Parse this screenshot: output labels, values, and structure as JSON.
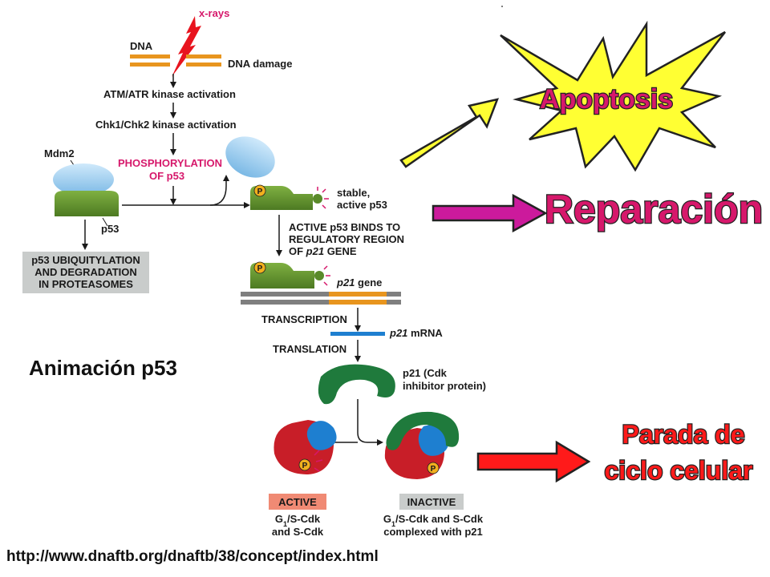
{
  "diagram": {
    "xrays": "x-rays",
    "dna": "DNA",
    "dna_damage": "DNA damage",
    "atm_atr": "ATM/ATR kinase activation",
    "chk": "Chk1/Chk2 kinase activation",
    "phosphorylation_line1": "PHOSPHORYLATION",
    "phosphorylation_line2": "OF p53",
    "mdm2": "Mdm2",
    "p53": "p53",
    "stable_line1": "stable,",
    "stable_line2": "active p53",
    "ubiq_line1": "p53 UBIQUITYLATION",
    "ubiq_line2": "AND DEGRADATION",
    "ubiq_line3": "IN PROTEASOMES",
    "binds_line1": "ACTIVE p53 BINDS TO",
    "binds_line2": "REGULATORY REGION",
    "binds_line3_pre": "OF ",
    "binds_line3_em": "p21",
    "binds_line3_post": " GENE",
    "p21gene_em": "p21",
    "p21gene_post": " gene",
    "transcription": "TRANSCRIPTION",
    "p21mrna_em": "p21",
    "p21mrna_post": " mRNA",
    "translation": "TRANSLATION",
    "p21cdk_line1": "p21 (Cdk",
    "p21cdk_line2": "inhibitor protein)",
    "phospho_symbol": "P",
    "active": "ACTIVE",
    "inactive": "INACTIVE",
    "active_desc_line1_g": "G",
    "active_desc_line1_sub": "1",
    "active_desc_line1_rest": "/S-Cdk",
    "active_desc_line2": "and S-Cdk",
    "inactive_desc_line1_g": "G",
    "inactive_desc_line1_sub": "1",
    "inactive_desc_line1_rest": "/S-Cdk and S-Cdk",
    "inactive_desc_line2": "complexed with p21"
  },
  "outcomes": {
    "apoptosis": "Apoptosis",
    "reparacion": "Reparación",
    "parada_line1": "Parada de",
    "parada_line2": "ciclo celular"
  },
  "animation_label": "Animación p53",
  "url": "http://www.dnaftb.org/dnaftb/38/concept/index.html",
  "colors": {
    "dna_orange": "#e8951e",
    "green_protein": "#5a8a2a",
    "blue_protein": "#8ec6ea",
    "magenta_label": "#d6186b",
    "star_yellow": "#ffff33",
    "arrow_magenta": "#cc1a9c",
    "arrow_red": "#ff1a1a",
    "cdk_red": "#c81e28",
    "cyclin_blue": "#1e7fd0",
    "p21_green": "#1f7a3c"
  }
}
